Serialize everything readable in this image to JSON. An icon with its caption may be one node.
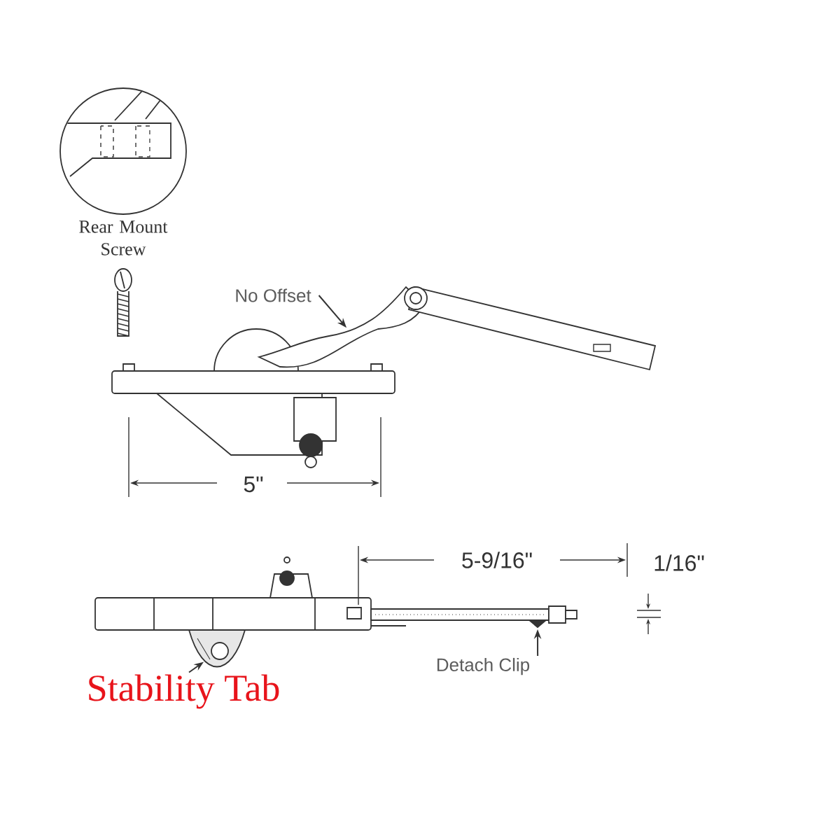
{
  "diagram": {
    "nodes": [
      {
        "text": [
          "No Offset"
        ]
      },
      {
        "text": [],
        "shape": "picture"
      },
      {
        "text": [
          "Detach Clip"
        ]
      },
      {
        "text": [],
        "shape": "picture"
      },
      {
        "text": [
          "Stability Tab"
        ]
      },
      {
        "text": [],
        "shape": "picture"
      }
    ],
    "edges": [
      {
        "from": 0,
        "to": 1,
        "arrow": "to"
      },
      {
        "from": 2,
        "to": 3,
        "arrow": "to"
      },
      {
        "from": 4,
        "to": 5,
        "arrow": "to"
      }
    ],
    "labels": [
      "Rear Mount Screw",
      "5\"",
      "5-9/16\"",
      "1/16\""
    ]
  }
}
